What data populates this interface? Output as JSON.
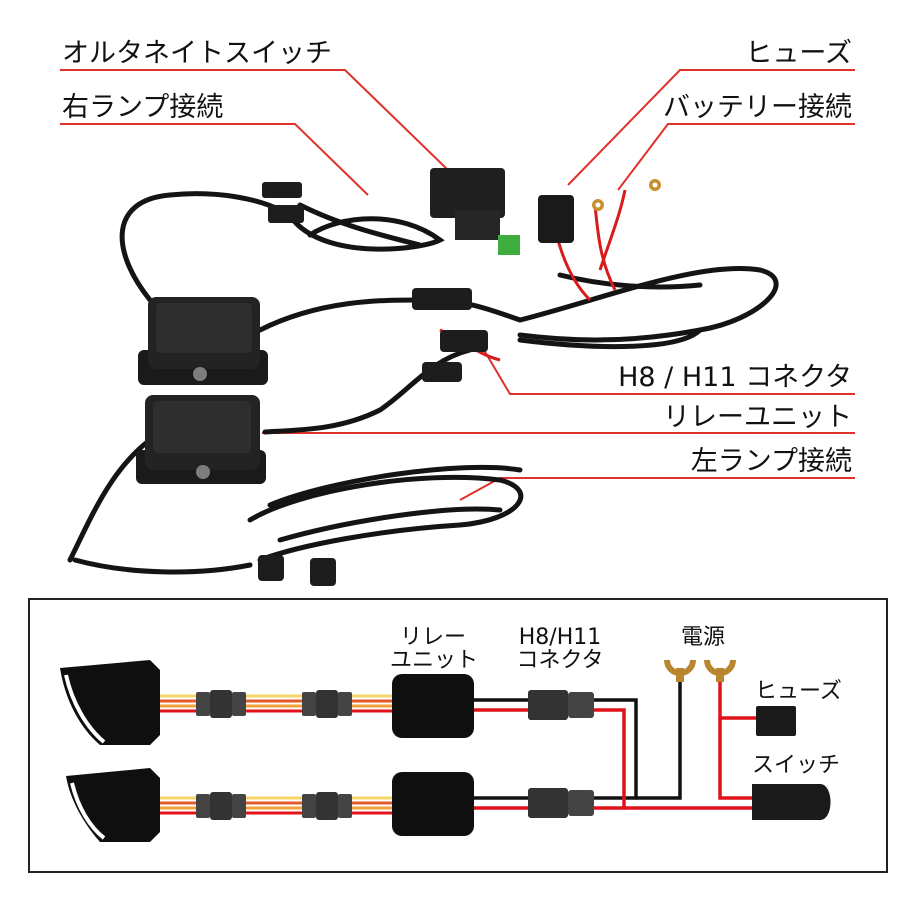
{
  "photo_labels": {
    "alternate_switch": "オルタネイトスイッチ",
    "right_lamp": "右ランプ接続",
    "fuse": "ヒューズ",
    "battery": "バッテリー接続",
    "connector": "H8 / H11 コネクタ",
    "relay_unit": "リレーユニット",
    "left_lamp": "左ランプ接続"
  },
  "diagram_labels": {
    "relay_line1": "リレー",
    "relay_line2": "ユニット",
    "connector_line1": "H8/H11",
    "connector_line2": "コネクタ",
    "power": "電源",
    "fuse": "ヒューズ",
    "switch": "スイッチ"
  },
  "colors": {
    "leader": "#e0312b",
    "wire_red": "#e0121a",
    "wire_black": "#111111",
    "wire_orange": "#f2a23a",
    "wire_yellow": "#f5d56a",
    "terminal": "#b8862f",
    "panel_border": "#222222"
  }
}
